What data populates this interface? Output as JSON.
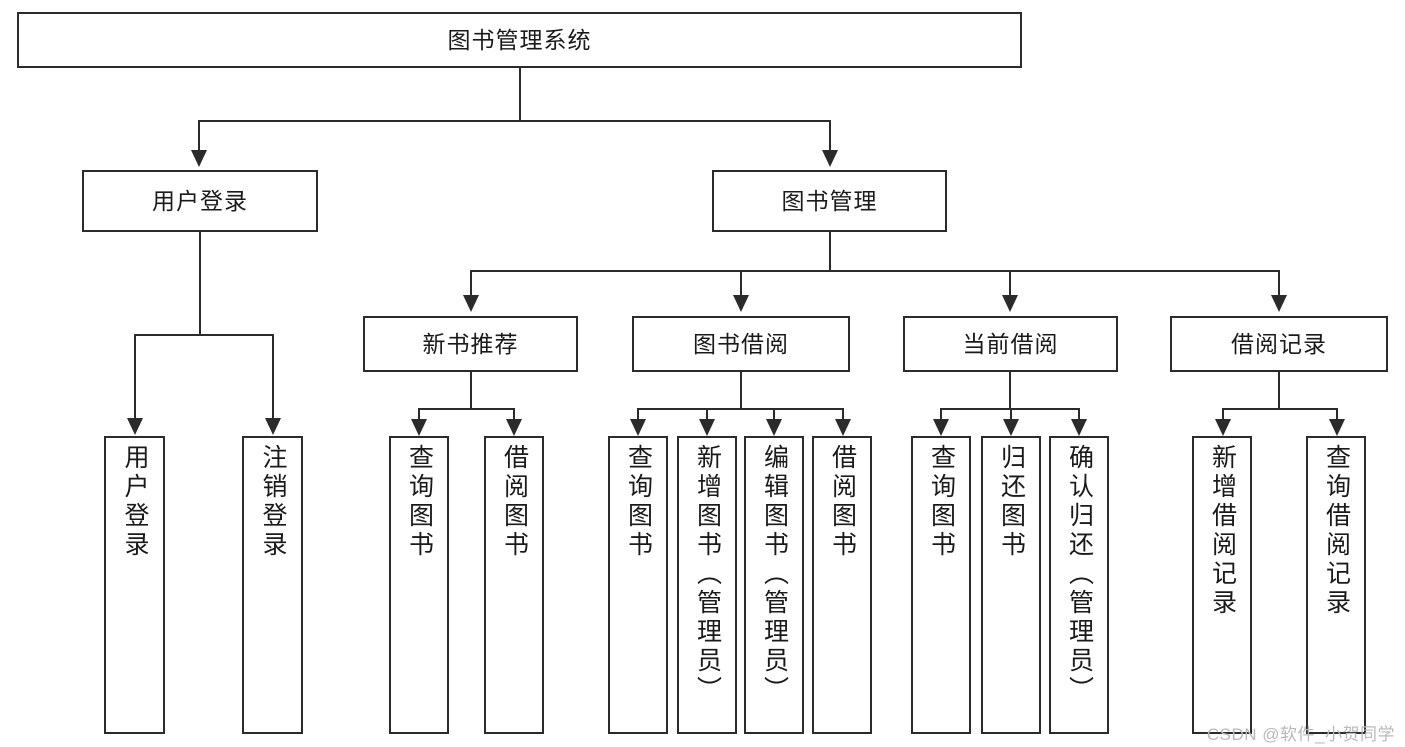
{
  "diagram": {
    "title": "图书管理系统",
    "type": "tree-hierarchy-diagram",
    "root": {
      "id": "root",
      "label": "图书管理系统"
    },
    "level1": [
      {
        "id": "user-login",
        "label": "用户登录"
      },
      {
        "id": "book-manage",
        "label": "图书管理"
      }
    ],
    "level2": [
      {
        "id": "new-book-recommend",
        "label": "新书推荐",
        "parent": "book-manage"
      },
      {
        "id": "book-borrow",
        "label": "图书借阅",
        "parent": "book-manage"
      },
      {
        "id": "current-borrow",
        "label": "当前借阅",
        "parent": "book-manage"
      },
      {
        "id": "borrow-record",
        "label": "借阅记录",
        "parent": "book-manage"
      }
    ],
    "leaves": {
      "user_login": [
        {
          "id": "leaf-user-login",
          "label": "用户登录"
        },
        {
          "id": "leaf-logout",
          "label": "注销登录"
        }
      ],
      "new_book_recommend": [
        {
          "id": "leaf-query-book-1",
          "label": "查询图书"
        },
        {
          "id": "leaf-borrow-book-1",
          "label": "借阅图书"
        }
      ],
      "book_borrow": [
        {
          "id": "leaf-query-book-2",
          "label": "查询图书"
        },
        {
          "id": "leaf-add-book",
          "label": "新增图书（管理员）"
        },
        {
          "id": "leaf-edit-book",
          "label": "编辑图书（管理员）"
        },
        {
          "id": "leaf-borrow-book-2",
          "label": "借阅图书"
        }
      ],
      "current_borrow": [
        {
          "id": "leaf-query-book-3",
          "label": "查询图书"
        },
        {
          "id": "leaf-return-book",
          "label": "归还图书"
        },
        {
          "id": "leaf-confirm-return",
          "label": "确认归还（管理员）"
        }
      ],
      "borrow_record": [
        {
          "id": "leaf-add-record",
          "label": "新增借阅记录"
        },
        {
          "id": "leaf-query-record",
          "label": "查询借阅记录"
        }
      ]
    }
  },
  "watermark": {
    "text": "CSDN @软件_小贺同学"
  },
  "colors": {
    "stroke": "#2b2b2b",
    "fill": "#ffffff",
    "text": "#1a1a1a",
    "watermark": "#b9b9b9"
  }
}
